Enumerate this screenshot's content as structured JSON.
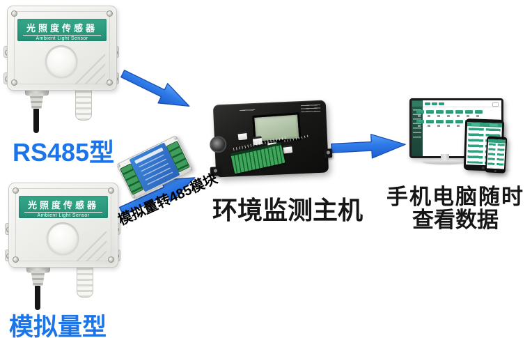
{
  "scene": {
    "background": "#ffffff"
  },
  "palette": {
    "accent_blue_text": "#1b74e8",
    "arrow_blue": "#2e7ae8",
    "sensor_label_green": "#2d9c80",
    "ui_green": "#2f9e7c",
    "lcd_green": "#aec3a5",
    "terminal_green": "#3fa75c",
    "device_black": "#151515"
  },
  "sensors": [
    {
      "title_cn": "光照度传感器",
      "title_en": "Ambient Light Sensor",
      "type_label": "RS485型"
    },
    {
      "title_cn": "光照度传感器",
      "title_en": "Ambient Light Sensor",
      "type_label": "模拟量型"
    }
  ],
  "converter_module": {
    "label": "模拟量转485模块"
  },
  "host": {
    "label": "环境监测主机"
  },
  "remote_view": {
    "line1": "手机电脑随时",
    "line2": "查看数据"
  }
}
